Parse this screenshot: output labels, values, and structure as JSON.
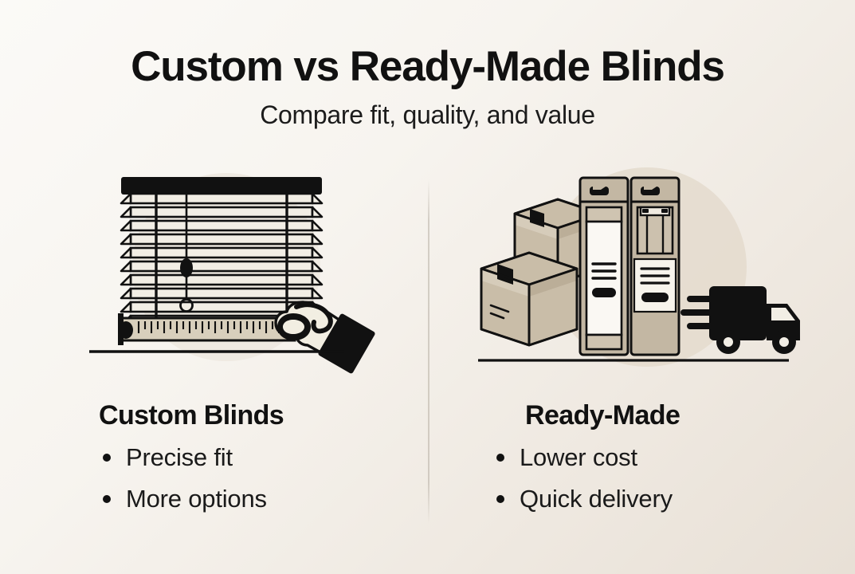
{
  "header": {
    "title": "Custom vs Ready-Made Blinds",
    "subtitle": "Compare fit, quality, and value"
  },
  "colors": {
    "background_start": "#FBFAF7",
    "background_end": "#E8E0D6",
    "ink": "#111111",
    "cardboard": "#C9BDA8",
    "cardboard_light": "#D6CCBA",
    "cardboard_dark": "#B3A68F",
    "package_body": "#C3B7A3",
    "package_label": "#F5F2EC",
    "slat": "#EFEBE2",
    "tape": "#D8CFBC",
    "blob_left": "#EFEAE2",
    "blob_right": "#E3DACD",
    "divider": "#AAA296"
  },
  "divider": {
    "name": "vertical-divider"
  },
  "columns": [
    {
      "id": "custom",
      "title": "Custom Blinds",
      "illustration": "custom-blinds-measuring-illustration",
      "illustration_parts": [
        "window-blinds-icon",
        "blinds-headrail",
        "blinds-slats",
        "blinds-cord",
        "tape-measure-icon",
        "hand-icon",
        "ground-line"
      ],
      "bullets": [
        "Precise fit",
        "More options"
      ]
    },
    {
      "id": "ready-made",
      "title": "Ready-Made",
      "illustration": "ready-made-packages-delivery-illustration",
      "illustration_parts": [
        "cardboard-boxes-icon",
        "retail-package-icon",
        "delivery-truck-icon",
        "motion-lines",
        "ground-line"
      ],
      "bullets": [
        "Lower cost",
        "Quick delivery"
      ]
    }
  ]
}
